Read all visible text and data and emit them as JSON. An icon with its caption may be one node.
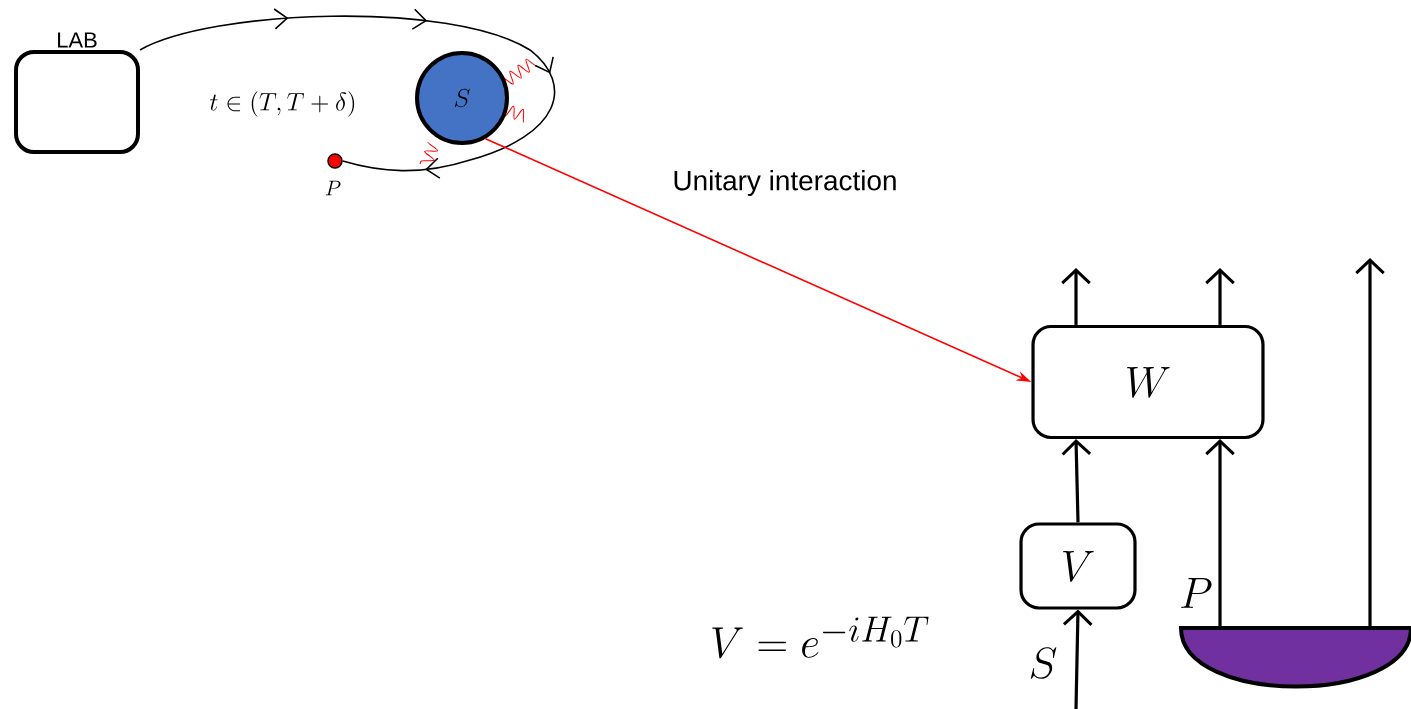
{
  "diagram": {
    "nodes": [
      {
        "text": [
          "LAB"
        ]
      },
      {
        "text": [
          "S"
        ]
      },
      {
        "text": [],
        "shape": "circle",
        "beside": [
          "P"
        ]
      },
      {
        "text": [
          "W"
        ]
      },
      {
        "text": [
          "V"
        ]
      },
      {
        "text": [],
        "shape": "semicircle",
        "beside": [
          "P"
        ]
      }
    ],
    "edges": [
      {
        "from": 0,
        "to": 2,
        "arrow": "to"
      },
      {
        "from": 1,
        "to": 3,
        "arrow": "to",
        "color": "#ff0000",
        "label": "Unitary interaction"
      },
      {
        "from": null,
        "to": 4,
        "arrow": "to",
        "label": "S"
      },
      {
        "from": 4,
        "to": 3,
        "arrow": "to"
      },
      {
        "from": 3,
        "to": null,
        "arrow": "to"
      },
      {
        "from": 3,
        "to": null,
        "arrow": "to"
      },
      {
        "from": 5,
        "to": 3,
        "arrow": "to"
      },
      {
        "from": 5,
        "to": null,
        "arrow": "to"
      }
    ],
    "labels": [
      "t \\in (T, T+\\delta)",
      "V = e^{-iH_0T}"
    ]
  }
}
